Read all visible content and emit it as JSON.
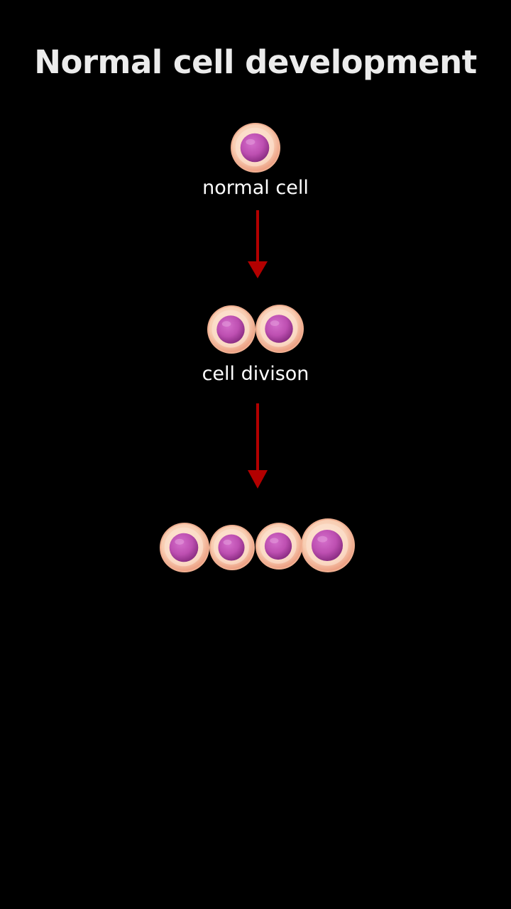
{
  "diagram": {
    "title": "Normal cell development",
    "stages": [
      {
        "label": "normal cell"
      },
      {
        "label": "cell divison"
      },
      {
        "label": ""
      }
    ],
    "colors": {
      "background": "#000000",
      "cell_outer": "#f3c6a9",
      "cell_rim": "#fde5d2",
      "cell_inner": "#fbd5bd",
      "nucleus": "#c053b4",
      "nucleus_dark": "#9b3690",
      "arrow": "#b30000"
    }
  }
}
